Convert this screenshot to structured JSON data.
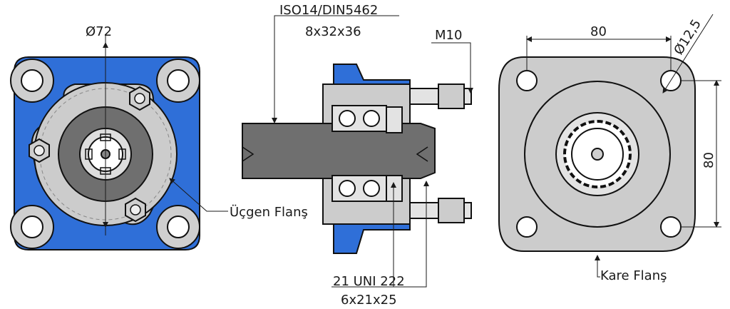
{
  "colors": {
    "blue": "#2f6fd8",
    "grey": "#c9c9c9",
    "dark_grey": "#6f6f6f",
    "light_grey": "#e3e3e3",
    "outline": "#111111"
  },
  "left_view": {
    "diameter_label": "Ø72",
    "flange_label": "Üçgen Flanş"
  },
  "middle_view": {
    "shaft_standard": "ISO14/DIN5462",
    "shaft_size": "8x32x36",
    "bolt_label": "M10",
    "bearing_standard": "21 UNI 222",
    "bearing_size": "6x21x25"
  },
  "right_view": {
    "width_label": "80",
    "height_label": "80",
    "hole_label": "Ø12,5",
    "flange_label": "Kare Flanş"
  }
}
